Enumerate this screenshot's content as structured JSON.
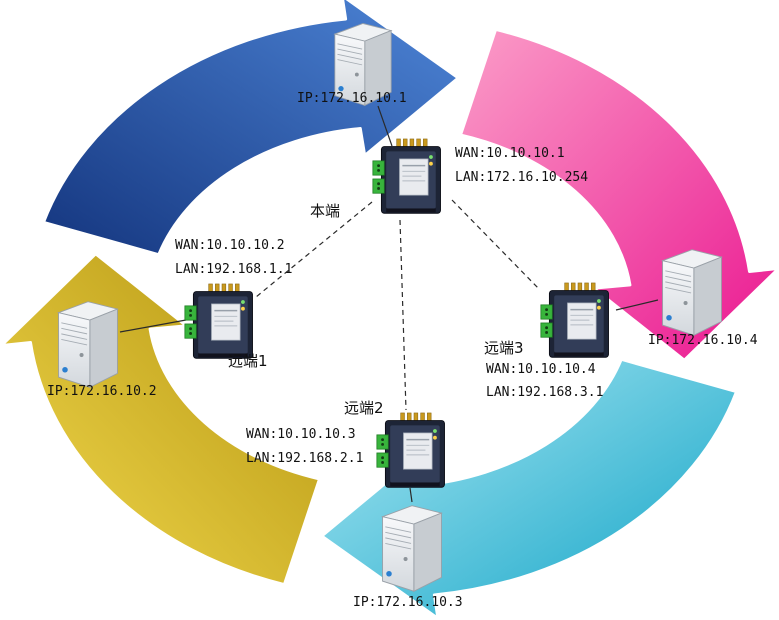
{
  "diagram": {
    "type": "network-ring-topology",
    "direction": "clockwise"
  },
  "colors": {
    "arrow_blue_dark": "#14357e",
    "arrow_blue_light": "#4e86d8",
    "arrow_pink_dark": "#ea1690",
    "arrow_pink_light": "#fb9dc8",
    "arrow_cyan_dark": "#0fa3c6",
    "arrow_cyan_light": "#aee9f4",
    "arrow_yellow_dark": "#b3930f",
    "arrow_yellow_light": "#f3da4e"
  },
  "icons": {
    "pc": "computer-tower",
    "router": "din-rail-router"
  },
  "nodes": {
    "local": {
      "name": "本端",
      "wan": "WAN:10.10.10.1",
      "lan": "LAN:172.16.10.254",
      "pc_ip": "IP:172.16.10.1"
    },
    "remote1": {
      "name": "远端1",
      "wan": "WAN:10.10.10.2",
      "lan": "LAN:192.168.1.1",
      "pc_ip": "IP:172.16.10.2"
    },
    "remote2": {
      "name": "远端2",
      "wan": "WAN:10.10.10.3",
      "lan": "LAN:192.168.2.1",
      "pc_ip": "IP:172.16.10.3"
    },
    "remote3": {
      "name": "远端3",
      "wan": "WAN:10.10.10.4",
      "lan": "LAN:192.168.3.1",
      "pc_ip": "IP:172.16.10.4"
    }
  }
}
